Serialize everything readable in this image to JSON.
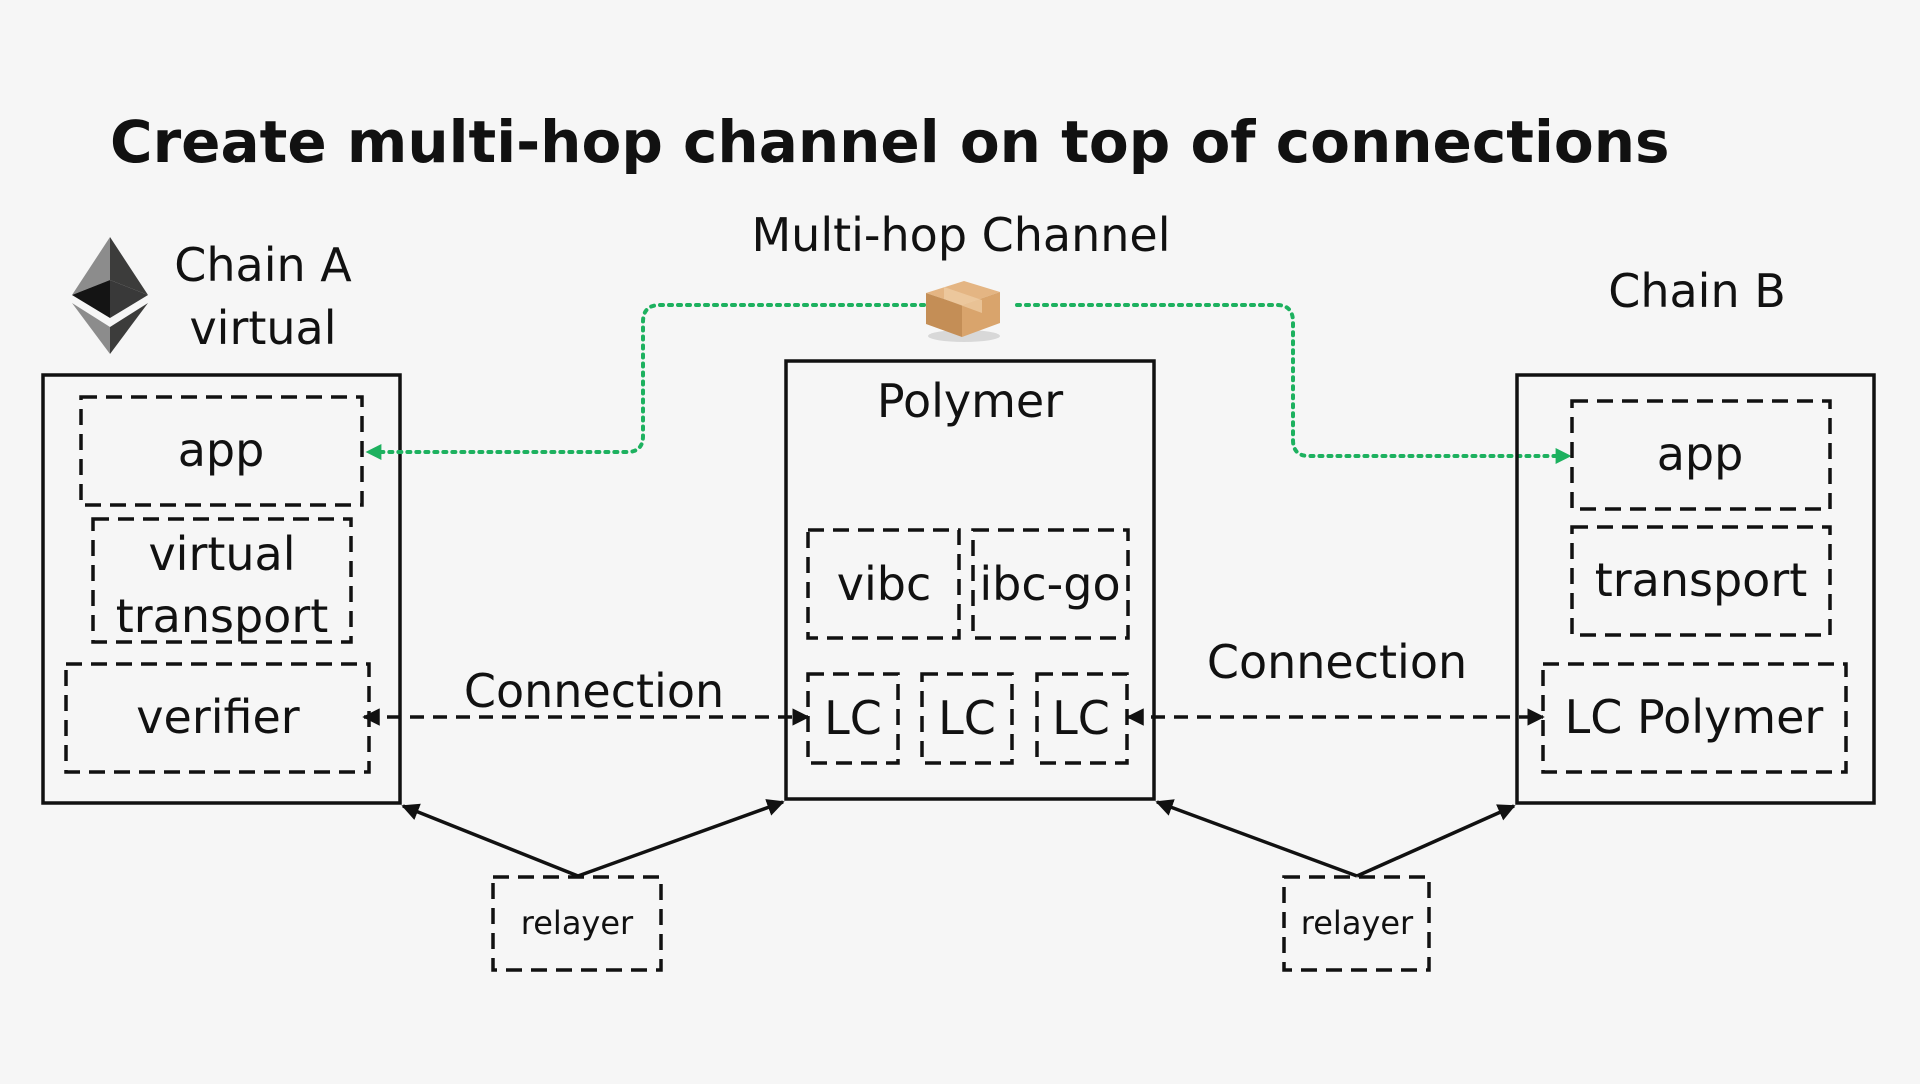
{
  "title": "Create multi-hop channel on top of connections",
  "colors": {
    "channel": "#1db15f",
    "stroke": "#111111",
    "background": "#f6f6f6"
  },
  "icons": {
    "chain_a_logo": "ethereum-icon",
    "channel_packet": "package-box-icon"
  },
  "multi_hop": {
    "label": "Multi-hop Channel"
  },
  "chain_a": {
    "name_line1": "Chain A",
    "name_line2": "virtual",
    "app": "app",
    "transport_line1": "virtual",
    "transport_line2": "transport",
    "verifier": "verifier"
  },
  "polymer": {
    "name": "Polymer",
    "vibc": "vibc",
    "ibc_go": "ibc-go",
    "lc": [
      "LC",
      "LC",
      "LC"
    ]
  },
  "chain_b": {
    "name": "Chain B",
    "app": "app",
    "transport": "transport",
    "lc_polymer": "LC Polymer"
  },
  "connections": {
    "left": "Connection",
    "right": "Connection"
  },
  "relayers": {
    "left": "relayer",
    "right": "relayer"
  }
}
